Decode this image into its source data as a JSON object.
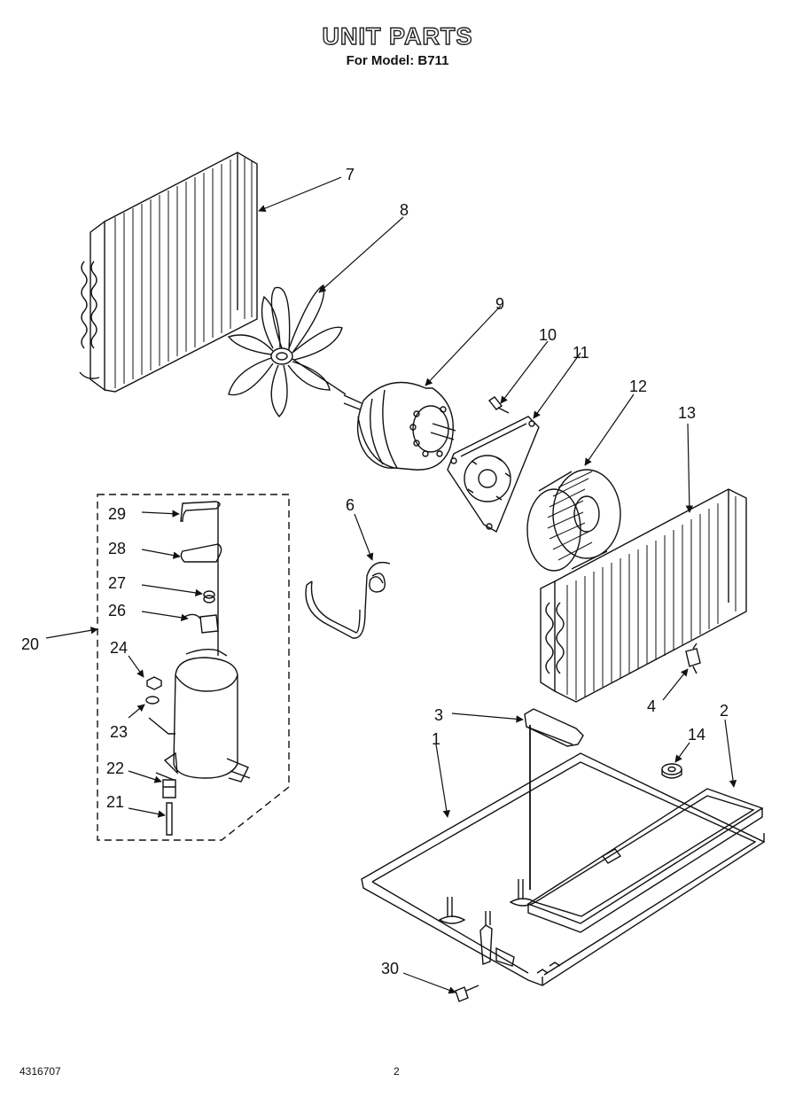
{
  "header": {
    "title": "UNIT PARTS",
    "subtitle": "For Model: B711"
  },
  "footer": {
    "doc_number": "4316707",
    "page_number": "2"
  },
  "callouts": [
    "7",
    "8",
    "9",
    "10",
    "11",
    "12",
    "13",
    "6",
    "29",
    "28",
    "27",
    "26",
    "20",
    "24",
    "23",
    "22",
    "21",
    "3",
    "1",
    "4",
    "2",
    "14",
    "30"
  ]
}
